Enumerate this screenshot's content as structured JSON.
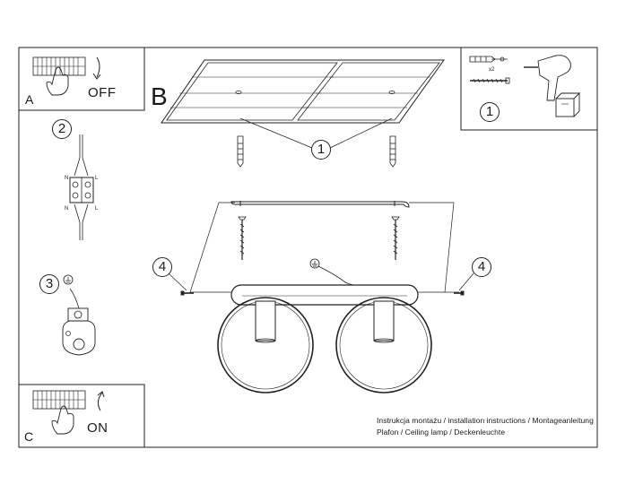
{
  "panels": {
    "a_letter": "A",
    "a_state": "OFF",
    "b_letter": "B",
    "c_letter": "C",
    "c_state": "ON"
  },
  "callouts": {
    "step1": "1",
    "step2": "2",
    "step3": "3",
    "step4": "4"
  },
  "wiring": {
    "n_top": "N",
    "l_top": "L",
    "n_bottom": "N",
    "l_bottom": "L"
  },
  "kit": {
    "quantity": "x2"
  },
  "caption": {
    "line1": "Instrukcja montażu / installation instructions / Montageanleitung",
    "line2": "Plafon / Ceiling lamp / Deckenleuchte"
  },
  "colors": {
    "line": "#222222",
    "background": "#ffffff"
  }
}
